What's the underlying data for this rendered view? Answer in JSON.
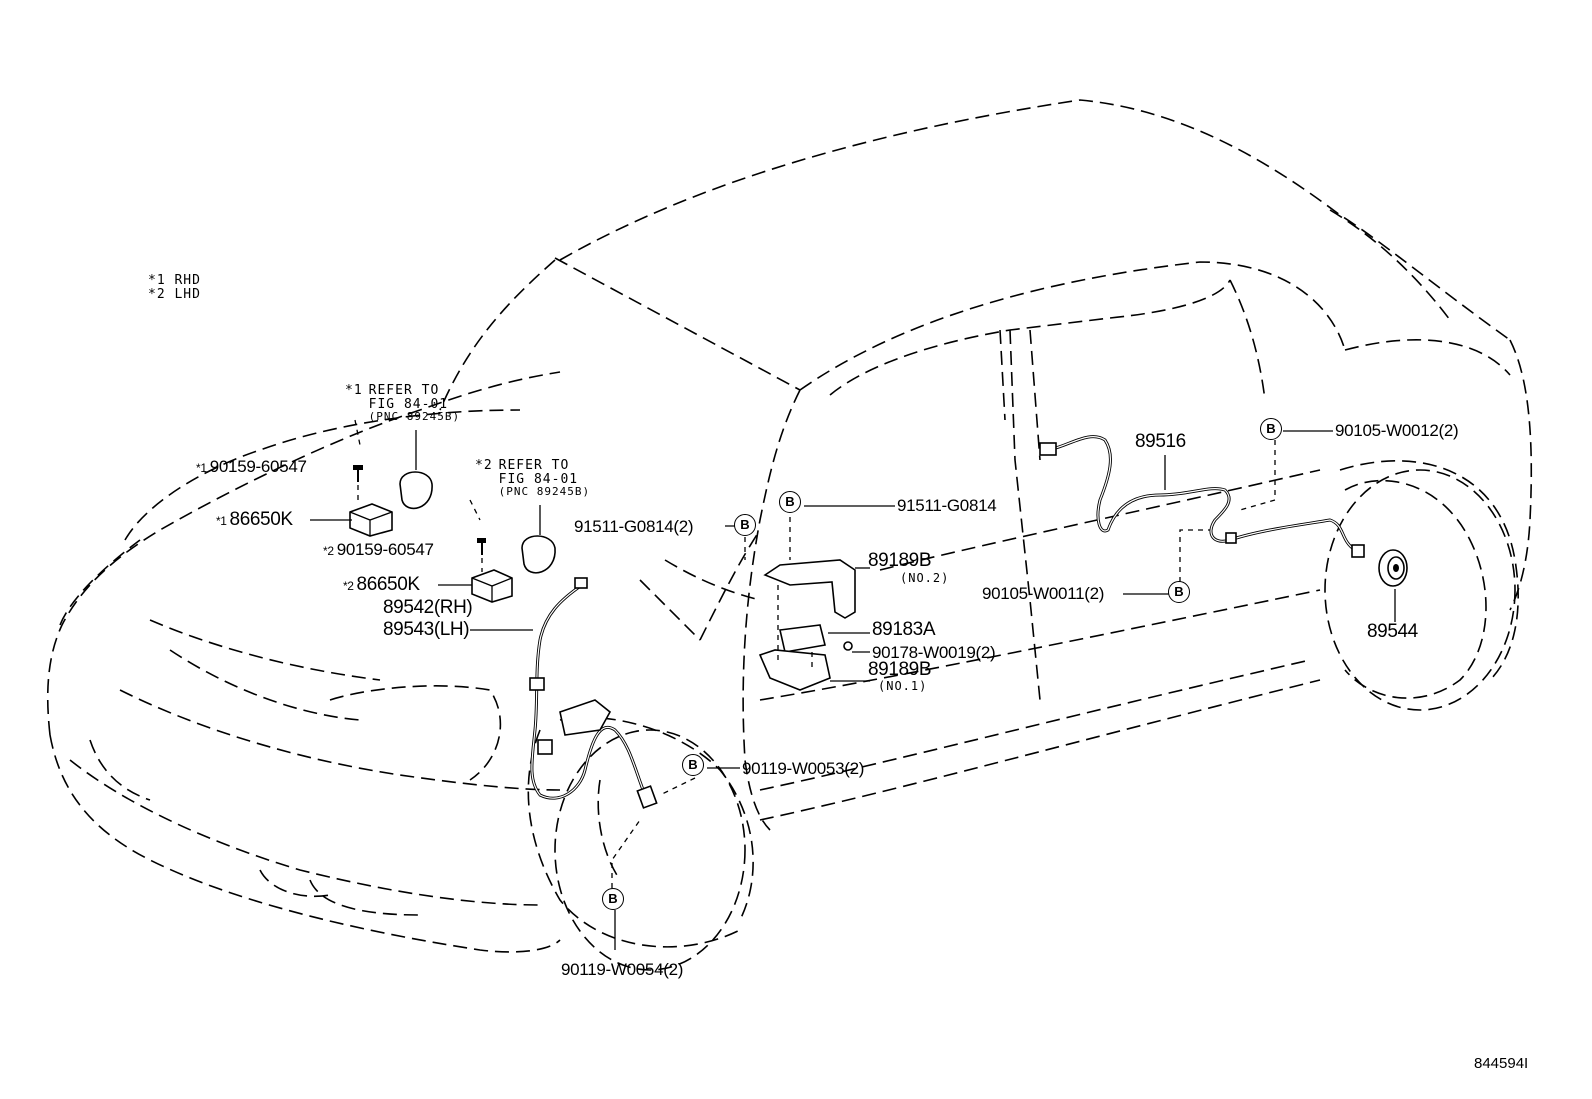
{
  "notes": {
    "star1": "*1 RHD",
    "star2": "*2 LHD"
  },
  "refer_rhd": {
    "mark": "*1",
    "line1": "REFER TO",
    "line2": "FIG 84-01",
    "line3": "(PNC 89245B)"
  },
  "refer_lhd": {
    "mark": "*2",
    "line1": "REFER TO",
    "line2": "FIG 84-01",
    "line3": "(PNC 89245B)"
  },
  "bolt_symbol": "B",
  "labels": {
    "screw_rhd": {
      "mark": "*1",
      "text": "90159-60547"
    },
    "sensor_rhd": {
      "mark": "*1",
      "text": "86650K"
    },
    "screw_lhd": {
      "mark": "*2",
      "text": "90159-60547"
    },
    "sensor_lhd": {
      "mark": "*2",
      "text": "86650K"
    },
    "front_wire_rh": "89542(RH)",
    "front_wire_lh": "89543(LH)",
    "clip_front": "91511-G0814(2)",
    "clip_center": "91511-G0814",
    "bracket_no2": "89189B",
    "bracket_no2_sub": "(NO.2)",
    "computer": "89183A",
    "nut": "90178-W0019(2)",
    "bracket_no1": "89189B",
    "bracket_no1_sub": "(NO.1)",
    "rear_wire": "89516",
    "bolt_rear_upper": "90105-W0012(2)",
    "bolt_rear_lower": "90105-W0011(2)",
    "rear_rotor": "89544",
    "bolt_front_mid": "90119-W0053(2)",
    "bolt_front_low": "90119-W0054(2)"
  },
  "figure_id": "844594I"
}
